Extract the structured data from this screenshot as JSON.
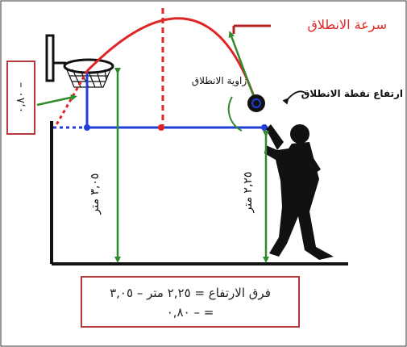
{
  "labels": {
    "launch_speed": "سرعة الانطلاق",
    "launch_angle": "زاوية الانطلاق",
    "release_height": "ارتفاع نقطة الانطلاق",
    "hoop_height": "٣,٠٥ متر",
    "release_point_height": "٢,٢٥ متر",
    "height_difference": "٠,٨٠ –"
  },
  "formula": {
    "line1": "فرق الارتفاع = ٢,٢٥ متر – ٣,٠٥",
    "line2": "= – ٠,٨٠"
  },
  "colors": {
    "trajectory": "#e02424",
    "baseline": "#1f3fd6",
    "measure": "#2e8b2e",
    "axes": "#111111",
    "box_border": "#b23a3a",
    "title_text": "#e02424"
  }
}
